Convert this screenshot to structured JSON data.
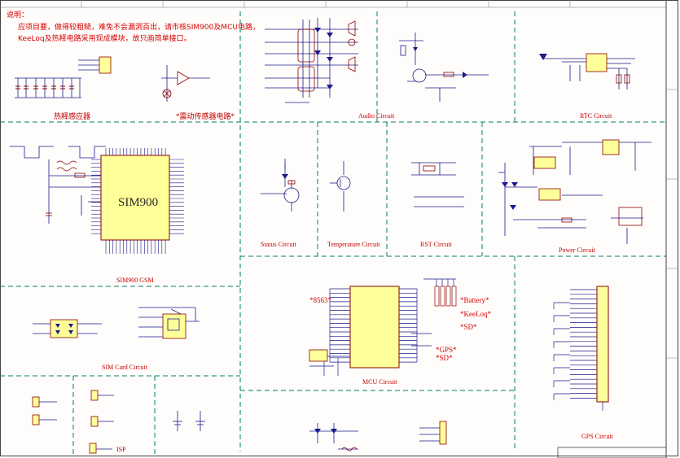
{
  "notes": {
    "title": "说明：",
    "line1": "应项目要，做得较粗糙，难免不会漏洞百出，请市核SIM900及MCU电路，",
    "line2": "KeeLoq及热释电路采用现成模块，故只画简单接口。"
  },
  "sections": {
    "pyro": "热释感应器",
    "vibration": "*震动传感器电路*",
    "audio": "Audio Circuit",
    "rtc": "RTC Circuit",
    "sim900_gsm": "SIM900 GSM",
    "status": "Status Circuit",
    "temperature": "Temperature Circuit",
    "rst": "RST Circuit",
    "power": "Power Circuit",
    "sim_card": "SIM Card Circuit",
    "mcu": "MCU Circuit",
    "gps": "GPS Circuit",
    "isp": "ISP"
  },
  "chip_label": "SIM900",
  "mcu_tags": {
    "t8563": "*8563*",
    "battery": "*Battery*",
    "keeloq": "*KeeLoq*",
    "sd1": "*SD*",
    "gps": "*GPS*",
    "sd2": "*SD*"
  },
  "colors": {
    "wire": "#1a1a8c",
    "component": "#8b0000",
    "label": "#c00000",
    "divider": "#008060",
    "chip_fill": "#ffff99"
  }
}
